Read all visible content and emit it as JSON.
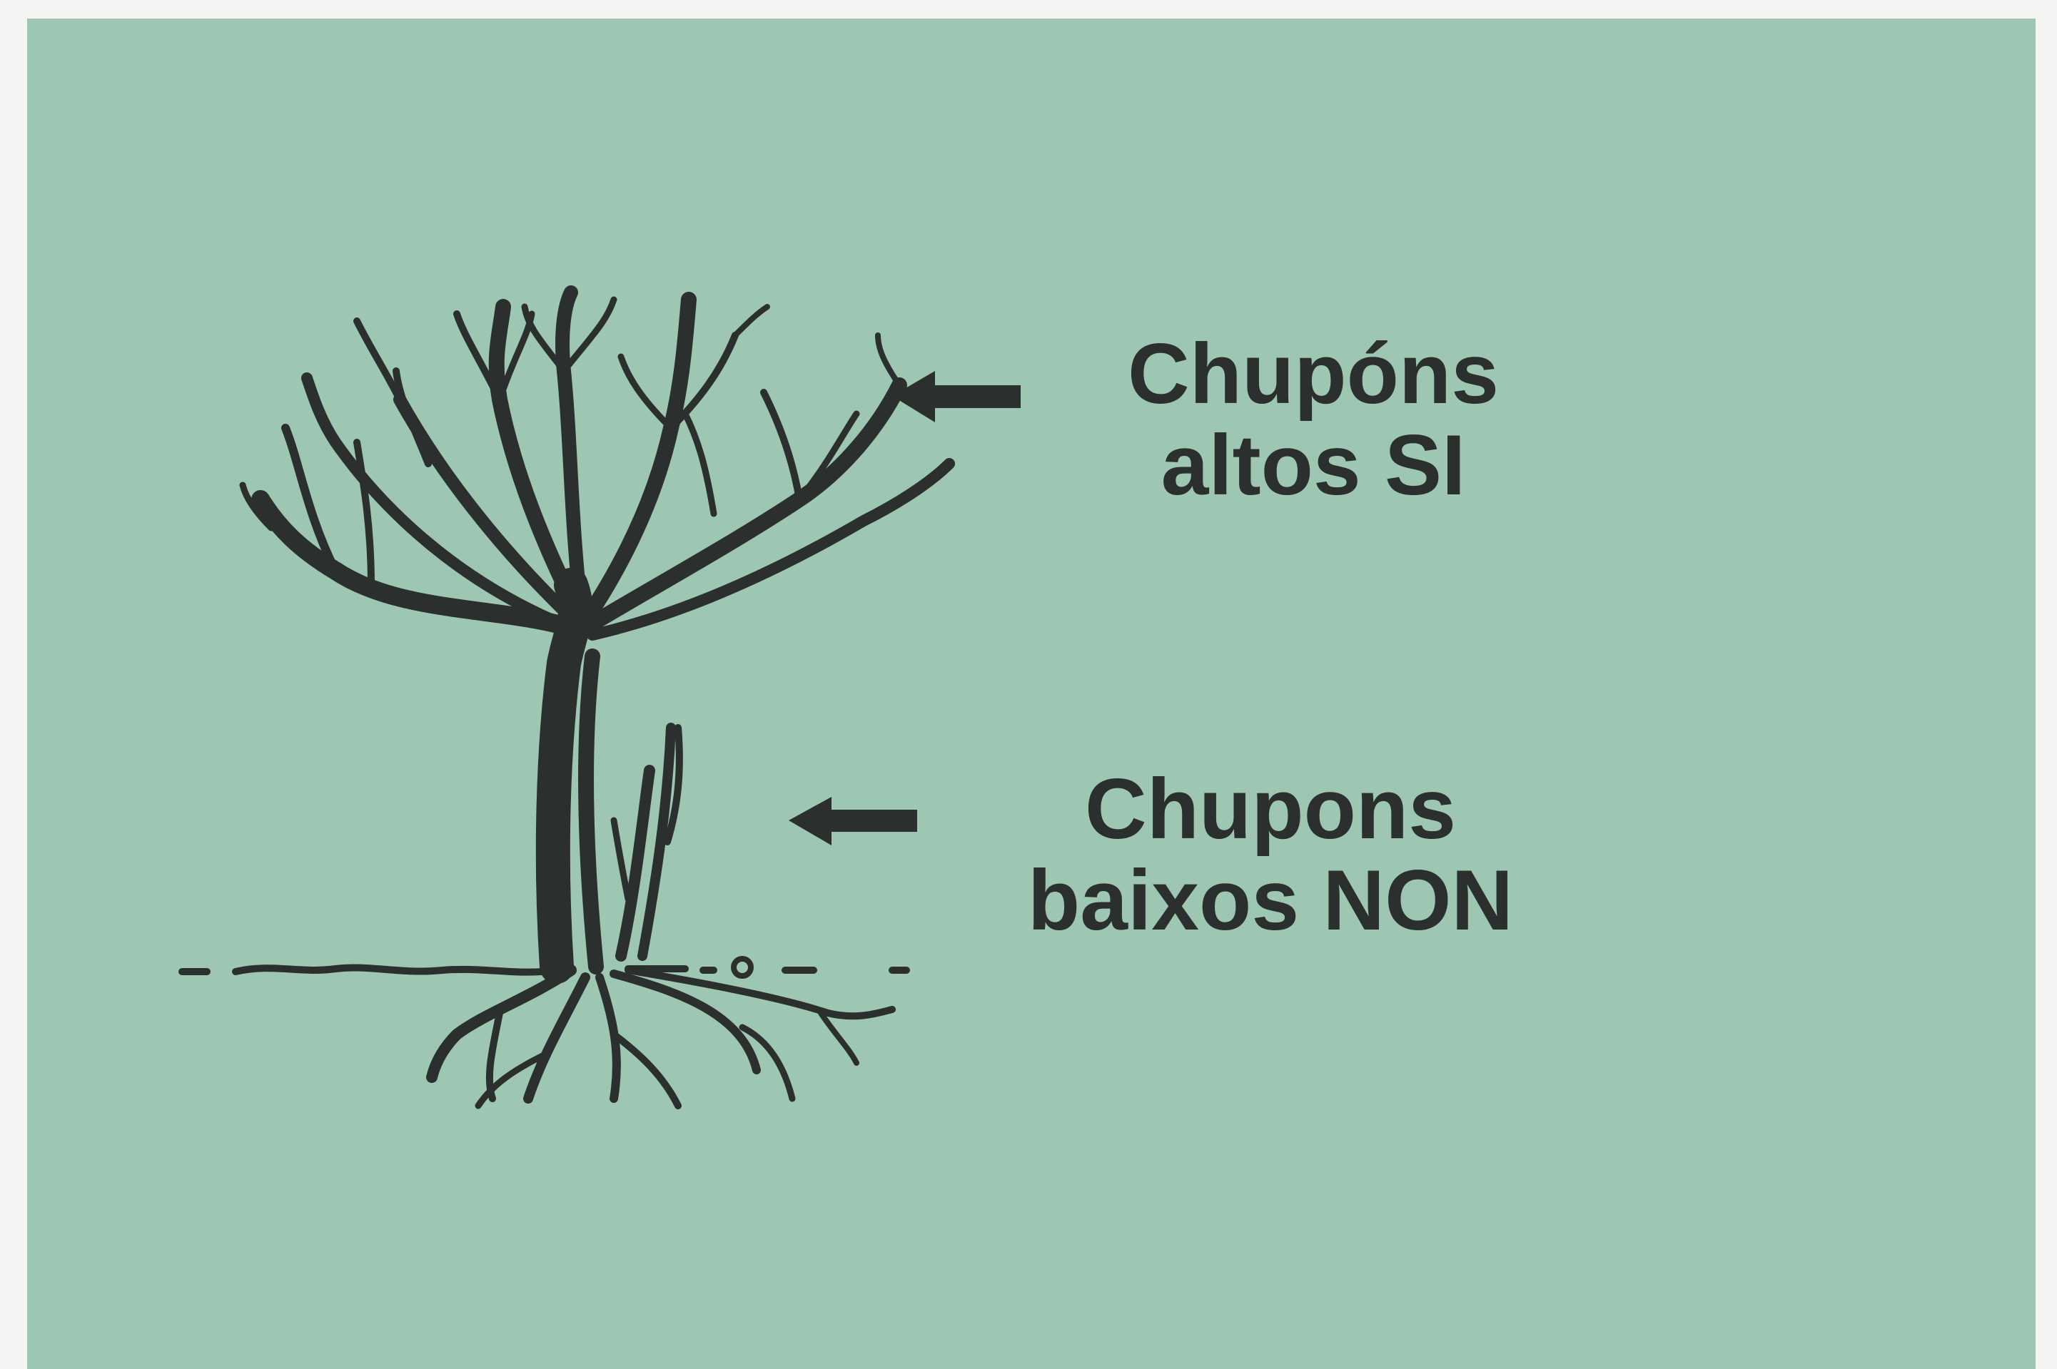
{
  "labels": {
    "high_line1": "Chupóns",
    "high_line2": "altos SI",
    "low_line1": "Chupons",
    "low_line2": "baixos NON"
  },
  "colors": {
    "background": "#9dc7b2",
    "ink": "#2b2f2d"
  },
  "icons": [
    "tree-icon",
    "arrow-left-icon"
  ]
}
